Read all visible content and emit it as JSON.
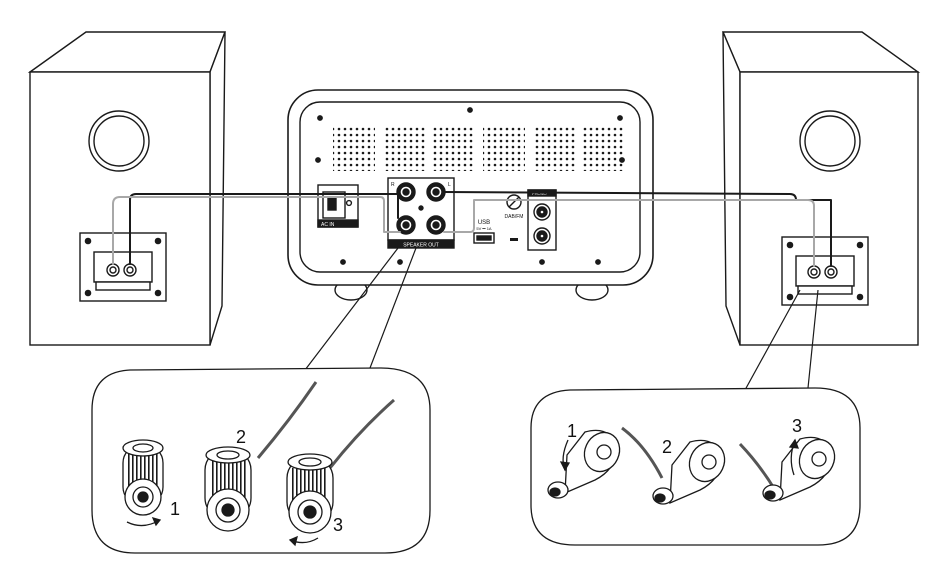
{
  "unit": {
    "speaker_out_label": "SPEAKER OUT",
    "usb_label": "USB",
    "usb_sublabel": "5V ⎓ 1A",
    "antenna_label": "DAB/FM",
    "terminal_r": "R",
    "terminal_l": "L",
    "port_badge": "PHONO",
    "power_label": "AC IN"
  },
  "left_detail": {
    "steps": [
      "1",
      "2",
      "3"
    ]
  },
  "right_detail": {
    "steps": [
      "1",
      "2",
      "3"
    ]
  },
  "colors": {
    "line": "#1a1a1a",
    "grey_wire": "#a8a8a8",
    "panel_bg": "#ffffff"
  }
}
